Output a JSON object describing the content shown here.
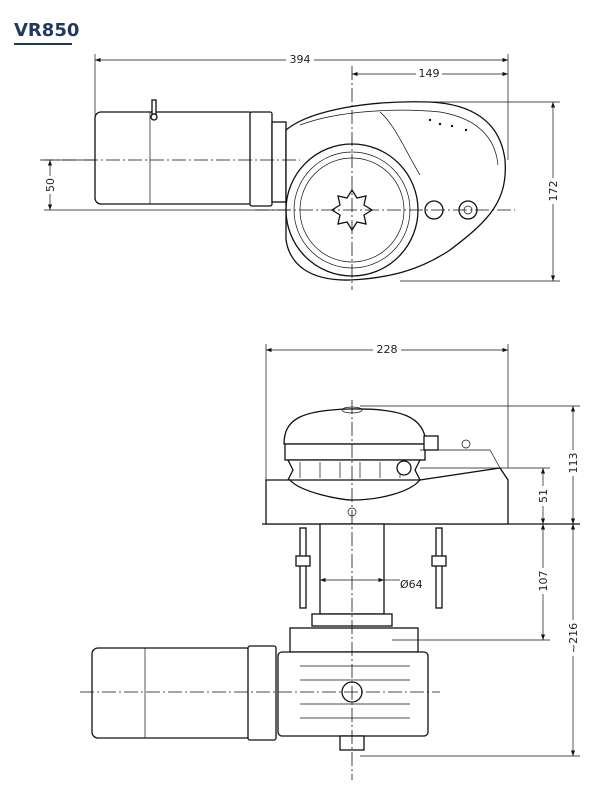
{
  "title": "VR850",
  "dimensions": {
    "d394": "394",
    "d149": "149",
    "d50": "50",
    "d172": "172",
    "d228": "228",
    "d113": "113",
    "d51": "51",
    "d107": "107",
    "d216": "~216",
    "d64": "Ø64"
  }
}
